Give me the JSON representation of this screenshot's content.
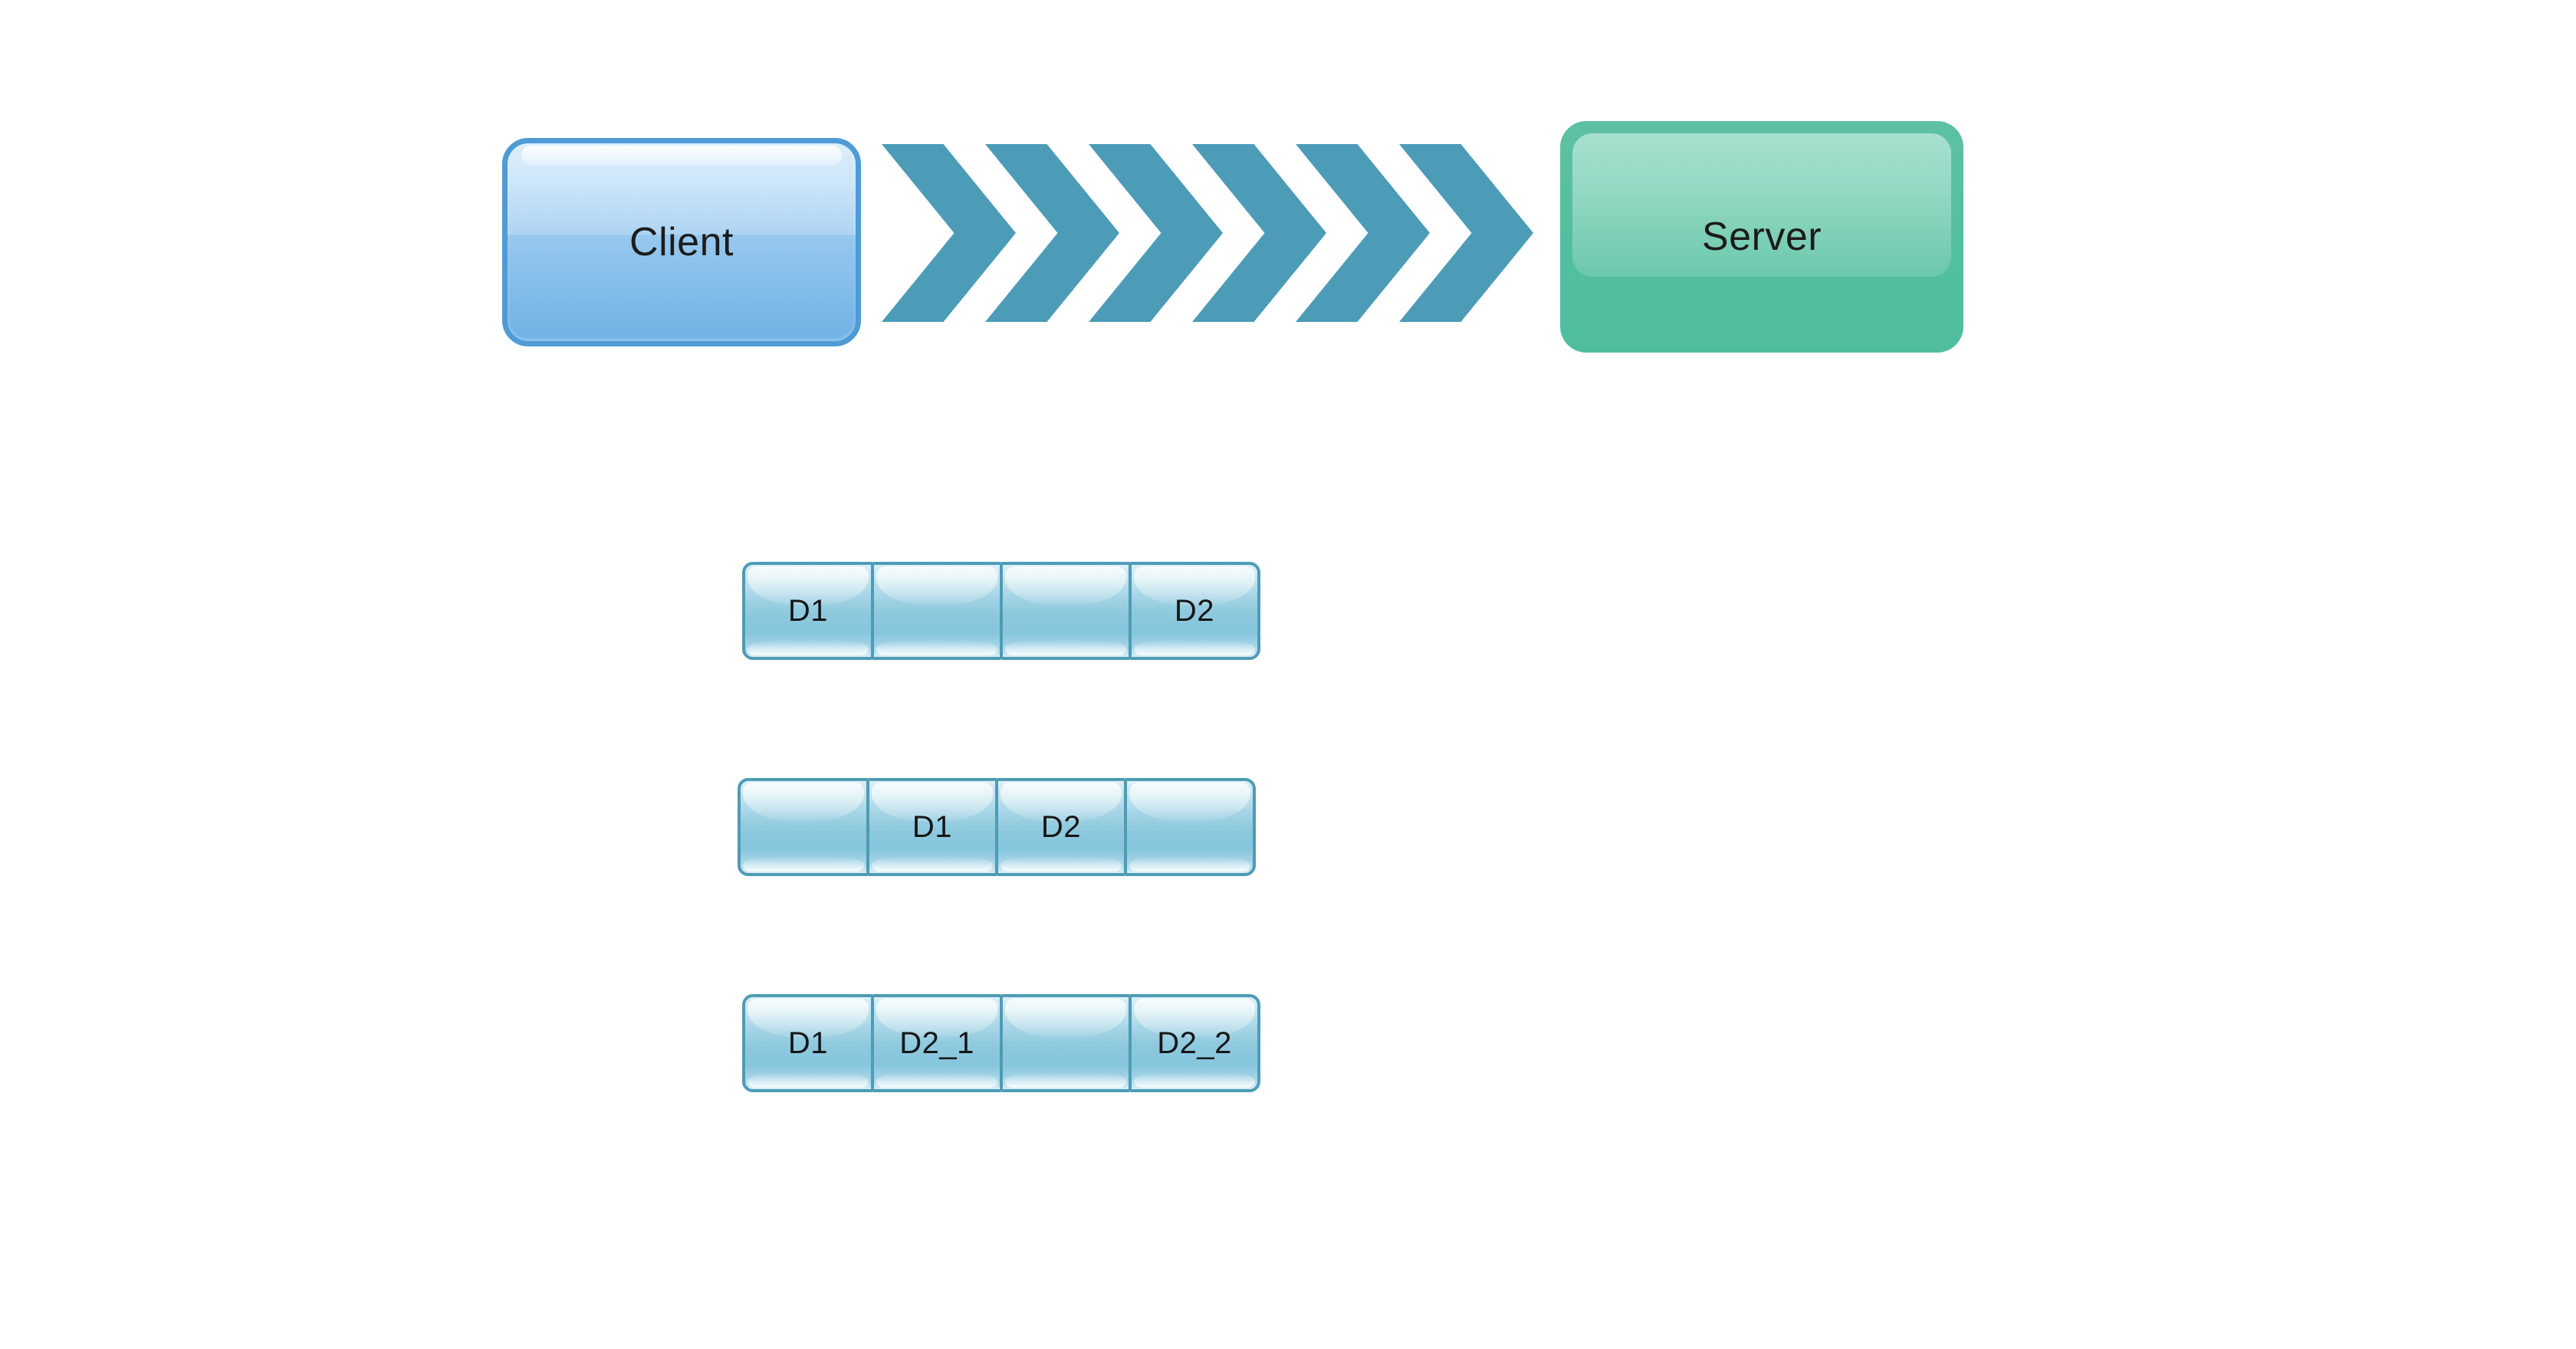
{
  "diagram": {
    "title": "Client-Server data transfer segmentation diagram",
    "colors": {
      "background": "#ffffff",
      "client_fill": "#8cc2ec",
      "client_border": "#4f9bd6",
      "server_fill": "#52bfa0",
      "chevron": "#4c9cb8",
      "segment_fill": "#8ec9de",
      "segment_border": "#4e9cb6",
      "label_text": "#161616"
    }
  },
  "nodes": {
    "client": {
      "label": "Client"
    },
    "server": {
      "label": "Server"
    }
  },
  "flow": {
    "icon": "chevron-right-icon",
    "direction": "client-to-server",
    "chevron_count": 6
  },
  "bars": [
    {
      "id": "bar-row-1",
      "segments": [
        {
          "label": "D1",
          "width": 172
        },
        {
          "label": "",
          "width": 172
        },
        {
          "label": "",
          "width": 172
        },
        {
          "label": "D2",
          "width": 172
        }
      ]
    },
    {
      "id": "bar-row-2",
      "segments": [
        {
          "label": "",
          "width": 172
        },
        {
          "label": "D1",
          "width": 172
        },
        {
          "label": "D2",
          "width": 172
        },
        {
          "label": "",
          "width": 172
        }
      ]
    },
    {
      "id": "bar-row-3",
      "segments": [
        {
          "label": "D1",
          "width": 172
        },
        {
          "label": "D2_1",
          "width": 172
        },
        {
          "label": "",
          "width": 172
        },
        {
          "label": "D2_2",
          "width": 172
        }
      ]
    }
  ]
}
